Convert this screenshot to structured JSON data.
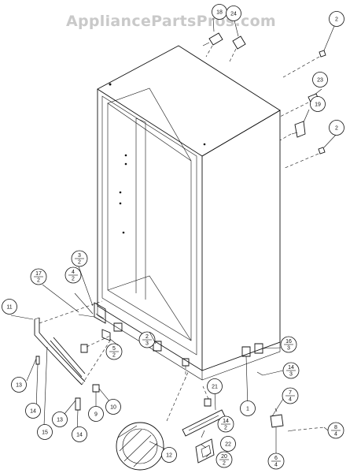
{
  "watermark": "AppliancePartsPros.com",
  "callouts": [
    {
      "id": "c18",
      "text": "18"
    },
    {
      "id": "c24",
      "text": "24"
    },
    {
      "id": "c2a",
      "text": "2"
    },
    {
      "id": "c23",
      "text": "23"
    },
    {
      "id": "c19",
      "text": "19"
    },
    {
      "id": "c2b",
      "text": "2"
    },
    {
      "id": "c11",
      "text": "11"
    },
    {
      "id": "c13a",
      "text": "13"
    },
    {
      "id": "c14a",
      "text": "14"
    },
    {
      "id": "c15",
      "text": "15"
    },
    {
      "id": "c13b",
      "text": "13"
    },
    {
      "id": "c14b",
      "text": "14"
    },
    {
      "id": "c9",
      "text": "9"
    },
    {
      "id": "c10",
      "text": "10"
    },
    {
      "id": "c12",
      "text": "12"
    },
    {
      "id": "c21",
      "text": "21"
    },
    {
      "id": "c22",
      "text": "22"
    },
    {
      "id": "c1",
      "text": "1"
    }
  ],
  "fractions": [
    {
      "id": "f3_2",
      "num": "3",
      "den": "2"
    },
    {
      "id": "f17_2",
      "num": "17",
      "den": "2"
    },
    {
      "id": "f4_2",
      "num": "4",
      "den": "2"
    },
    {
      "id": "f5_2",
      "num": "5",
      "den": "2"
    },
    {
      "id": "f2_3",
      "num": "2",
      "den": "3"
    },
    {
      "id": "f16_3",
      "num": "16",
      "den": "3"
    },
    {
      "id": "f14_3",
      "num": "14",
      "den": "3"
    },
    {
      "id": "f7_4",
      "num": "7",
      "den": "4"
    },
    {
      "id": "f14_2",
      "num": "14",
      "den": "2"
    },
    {
      "id": "f20_2",
      "num": "20",
      "den": "2"
    },
    {
      "id": "f8_4",
      "num": "8",
      "den": "4"
    },
    {
      "id": "f6_4",
      "num": "6",
      "den": "4"
    }
  ]
}
